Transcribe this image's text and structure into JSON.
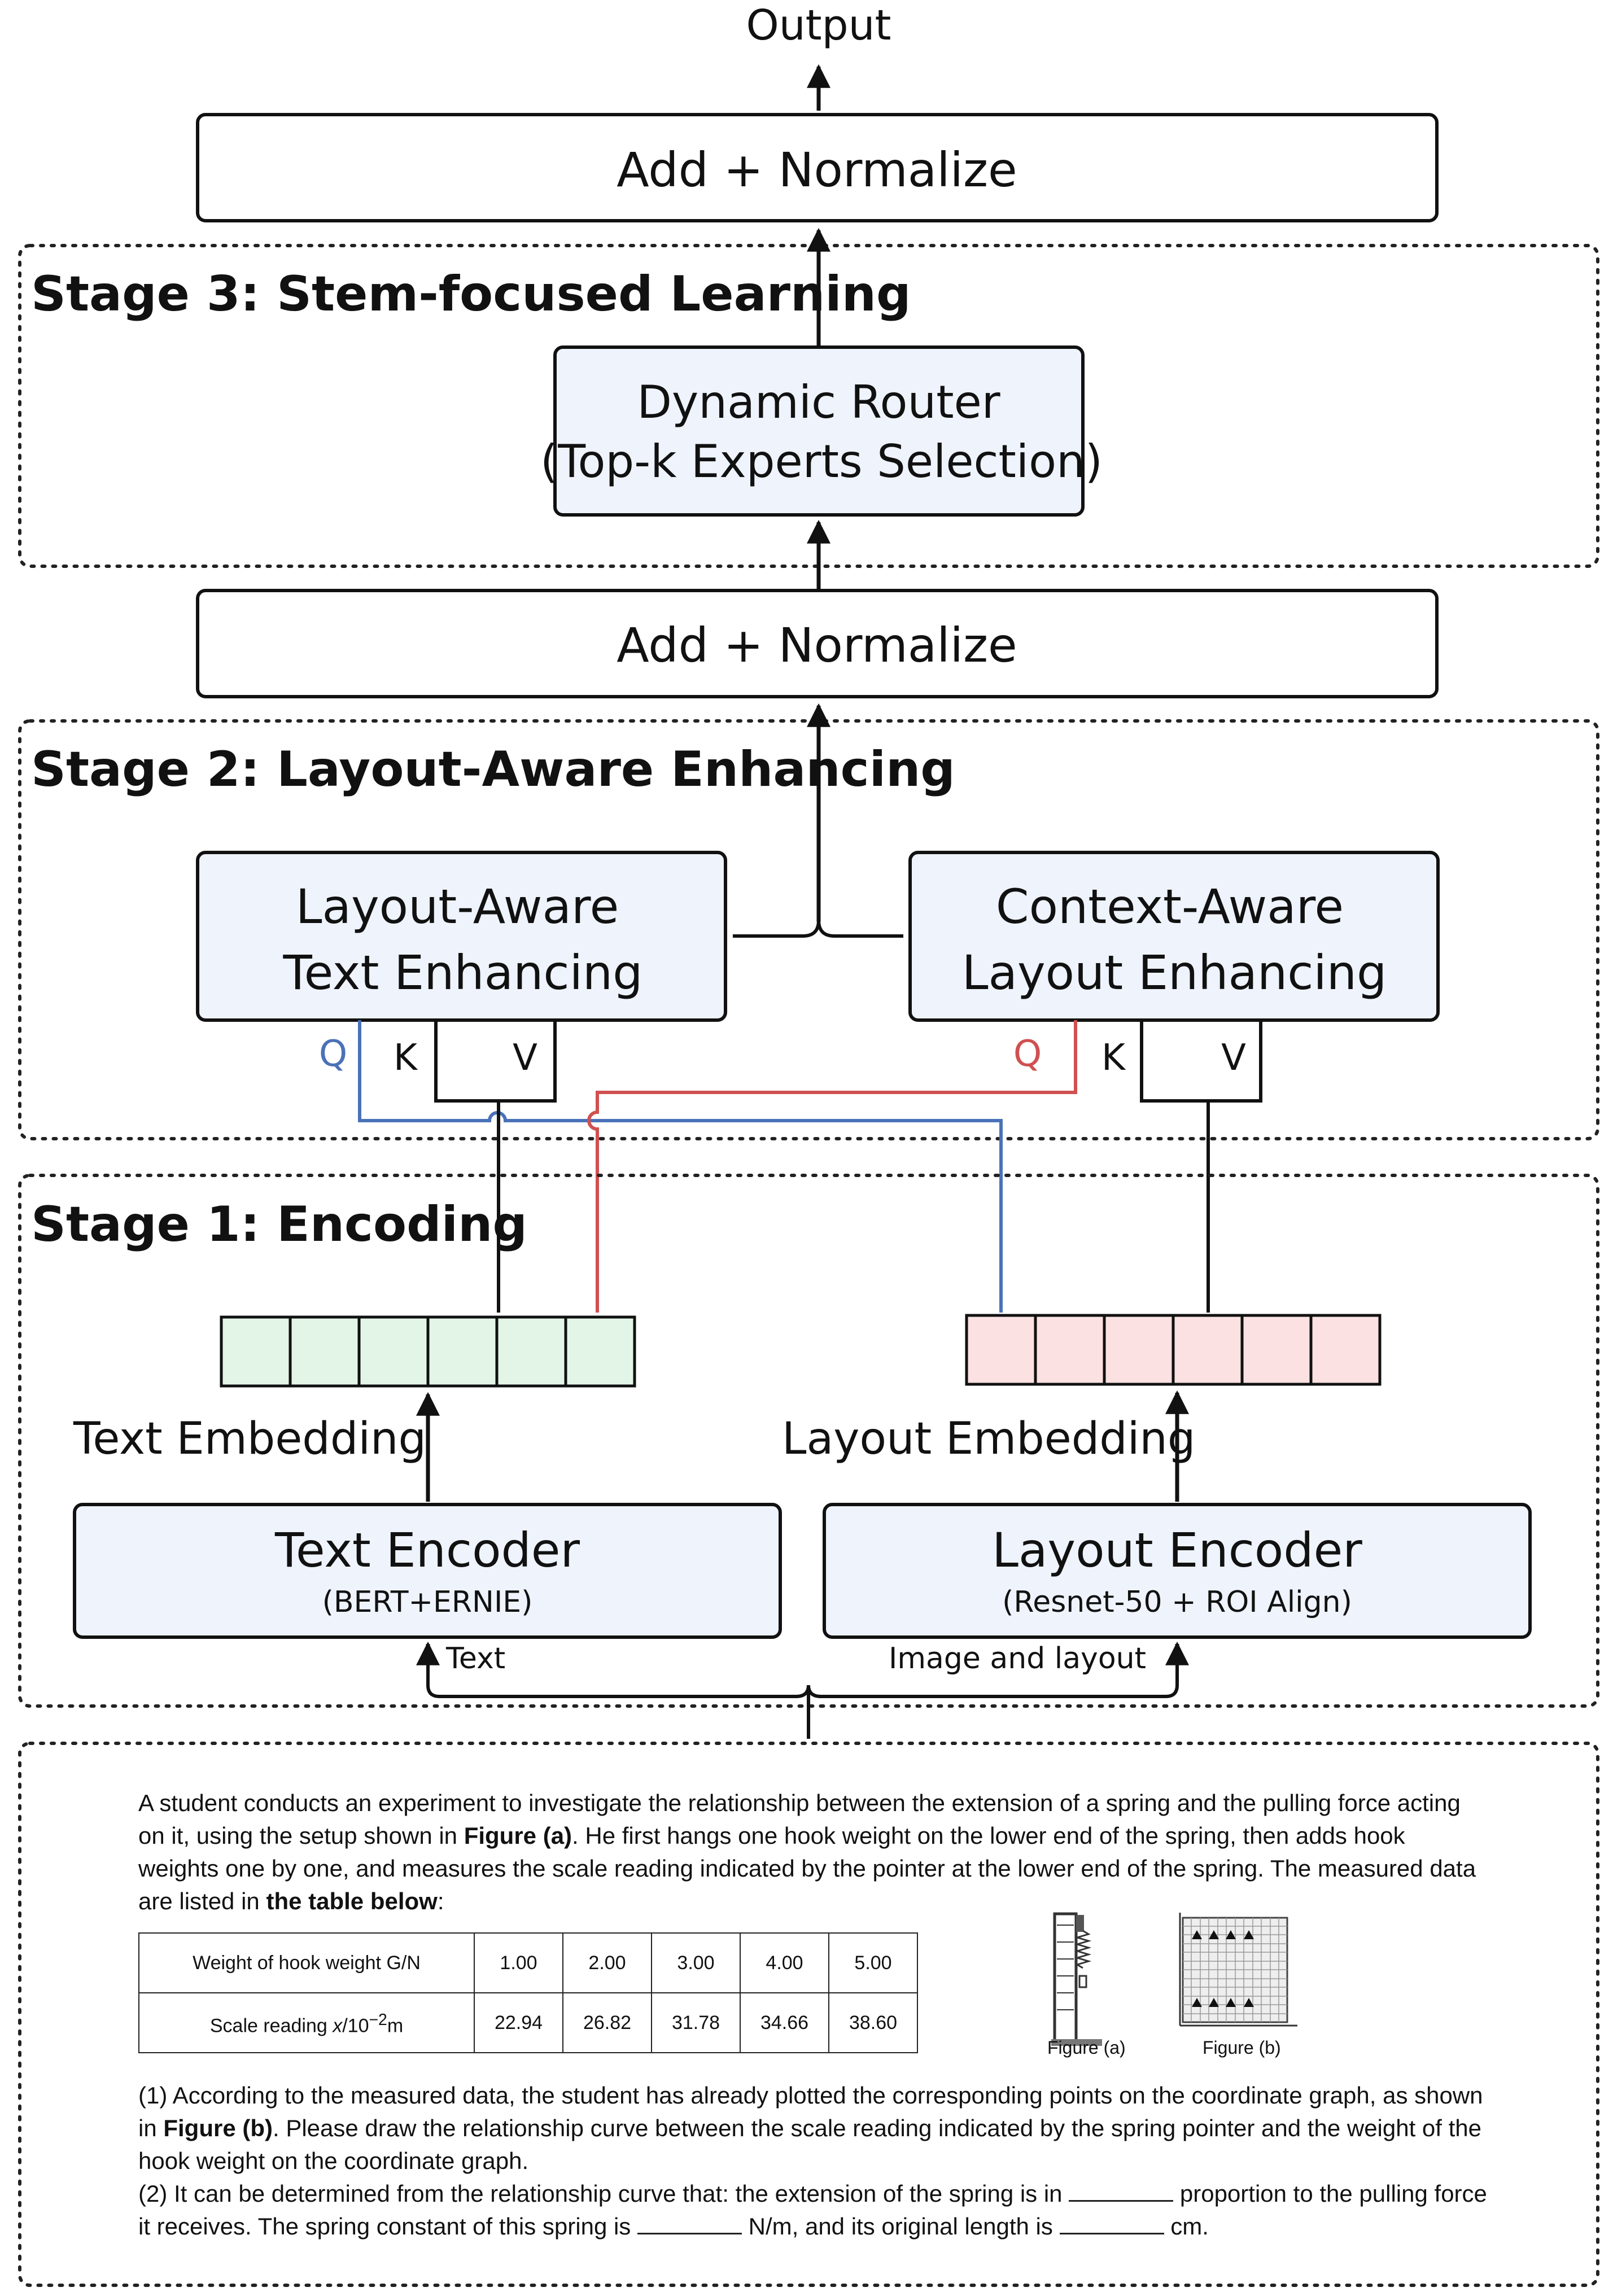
{
  "labels": {
    "output": "Output",
    "add_norm_top": "Add + Normalize",
    "add_norm_mid": "Add + Normalize",
    "stage3": "Stage 3: Stem-focused Learning",
    "router_line1": "Dynamic Router",
    "router_line2": "(Top-k Experts Selection)",
    "stage2": "Stage 2: Layout-Aware Enhancing",
    "ltext_line1": "Layout-Aware",
    "ltext_line2": "Text Enhancing",
    "clayout_line1": "Context-Aware",
    "clayout_line2": "Layout Enhancing",
    "q": "Q",
    "k": "K",
    "v": "V",
    "stage1": "Stage 1: Encoding",
    "text_embedding": "Text Embedding",
    "layout_embedding": "Layout Embedding",
    "text_encoder": "Text Encoder",
    "text_encoder_sub": "(BERT+ERNIE)",
    "layout_encoder": "Layout Encoder",
    "layout_encoder_sub": "(Resnet-50 + ROI Align)",
    "text_input": "Text",
    "image_input": "Image and layout"
  },
  "colors": {
    "box_fill": "#eef3fc",
    "text_emb_fill": "#e3f5e7",
    "layout_emb_fill": "#fbe1e1",
    "q_blue": "#4a72b8",
    "q_red": "#d05050"
  },
  "problem": {
    "intro_1": "A student conducts an experiment to investigate the relationship between the extension of a spring and the pulling force acting on it, using the setup shown in ",
    "intro_fig_a": "Figure (a)",
    "intro_2": ". He first hangs one hook weight on the lower end of the spring, then adds hook weights one by one, and measures the scale reading indicated by the pointer at the lower end of the spring. The measured data are listed in ",
    "intro_table": "the table below",
    "intro_3": ":",
    "table": {
      "row1_header": "Weight of hook weight G/N",
      "row2_header_a": "Scale reading ",
      "row2_header_var": "x",
      "row2_header_b": "/10",
      "row2_header_exp": "−2",
      "row2_header_c": "m",
      "weights": [
        "1.00",
        "2.00",
        "3.00",
        "4.00",
        "5.00"
      ],
      "readings": [
        "22.94",
        "26.82",
        "31.78",
        "34.66",
        "38.60"
      ]
    },
    "figure_a_caption": "Figure (a)",
    "figure_b_caption": "Figure (b)",
    "q1_a": "(1) According to the measured data, the student has already plotted the corresponding points on the coordinate graph, as shown in ",
    "q1_fig": "Figure (b)",
    "q1_b": ". Please draw the relationship curve between the scale reading indicated by the spring pointer and the weight of the hook weight on the coordinate graph.",
    "q2_a": "(2) It can be determined from the relationship curve that: the extension of the spring is in ",
    "q2_b": " proportion to the pulling force it receives. The spring constant of this spring is ",
    "q2_c": " N/m, and its original length is ",
    "q2_d": " cm."
  }
}
